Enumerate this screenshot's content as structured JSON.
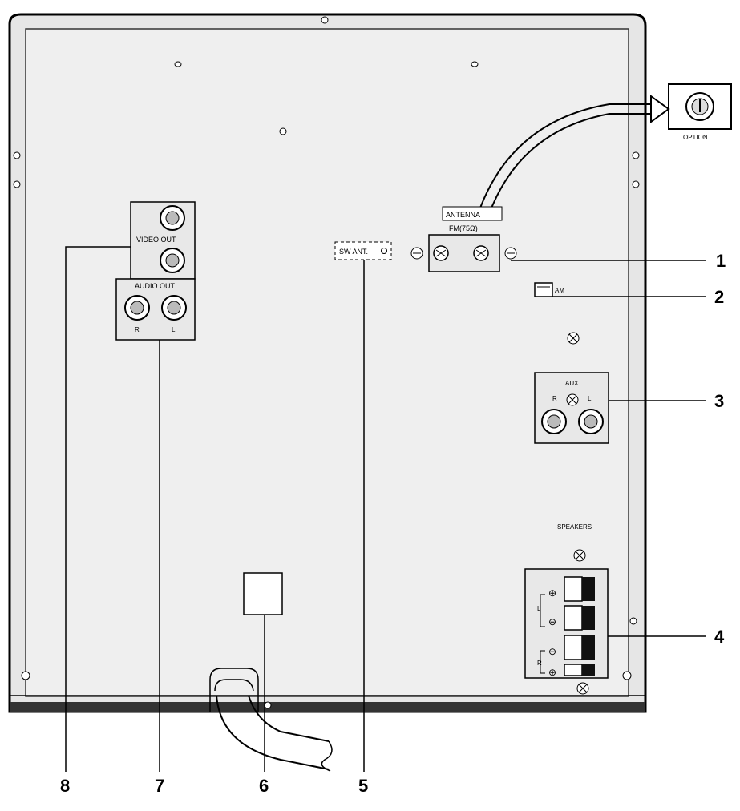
{
  "option": {
    "label": "OPTION"
  },
  "antenna": {
    "title": "ANTENNA",
    "fm_label": "FM(75Ω)",
    "am_label": "AM"
  },
  "sw_ant": {
    "label": "SW ANT."
  },
  "video_out": {
    "label": "VIDEO OUT"
  },
  "audio_out": {
    "label": "AUDIO OUT",
    "r": "R",
    "l": "L"
  },
  "aux": {
    "label": "AUX",
    "r": "R",
    "l": "L"
  },
  "speakers": {
    "label": "SPEAKERS",
    "plus": "⊕",
    "minus": "⊖",
    "l": "L",
    "r": "R"
  },
  "callouts": {
    "c1": "1",
    "c2": "2",
    "c3": "3",
    "c4": "4",
    "c5": "5",
    "c6": "6",
    "c7": "7",
    "c8": "8"
  }
}
